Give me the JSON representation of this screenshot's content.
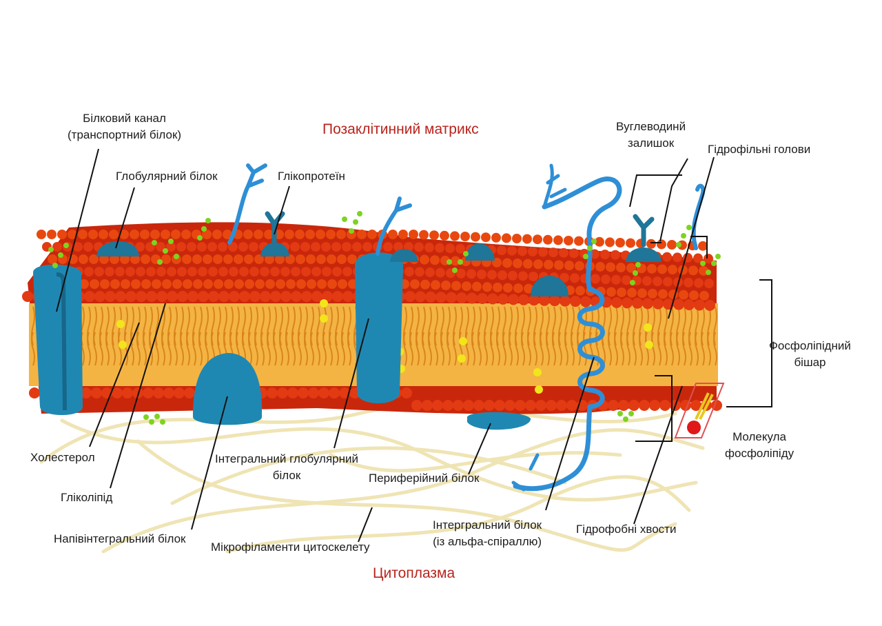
{
  "regions": {
    "extracellular": "Позаклітинний матрикс",
    "cytoplasm": "Цитоплазма"
  },
  "labels": {
    "protein_channel": [
      "Білковий канал",
      "(транспортний білок)"
    ],
    "globular_protein": "Глобулярний білок",
    "glycoprotein": "Глікопротеїн",
    "carbohydrate": [
      "Вуглеводинй",
      "залишок"
    ],
    "hydrophilic_heads": "Гідрофільні голови",
    "phospholipid_bilayer": [
      "Фосфоліпідний",
      "бішар"
    ],
    "phospholipid_molecule": [
      "Молекула",
      "фосфоліпіду"
    ],
    "cholesterol": "Холестерол",
    "glycolipid": "Гліколіпід",
    "integral_globular_protein": [
      "Інтегральний глобулярний",
      "білок"
    ],
    "peripheral_protein": "Периферійний білок",
    "semi_integral_protein": "Напівінтегральний білок",
    "cytoskeleton": "Мікрофіламенти цитоскелету",
    "alpha_helix_protein": [
      "Інтергральний білок",
      "(із альфа-спіраллю)"
    ],
    "hydrophobic_tails": "Гідрофобні хвости"
  },
  "colors": {
    "head": "#e23a12",
    "head_shade": "#b8220a",
    "tail": "#f0a030",
    "protein": "#1f88b2",
    "protein_dark": "#16678a",
    "sugar": "#7ed321",
    "cholesterol": "#f2e51b",
    "filament": "#f0e6b8",
    "helix": "#2e8fd6",
    "region_text": "#b8231c"
  }
}
